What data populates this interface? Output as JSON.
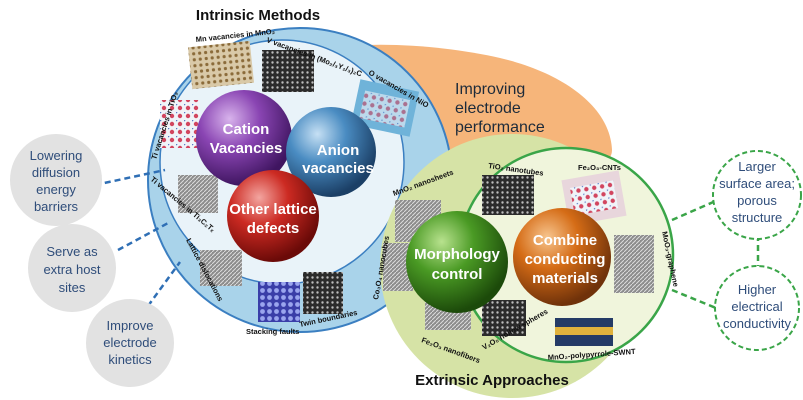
{
  "intrinsic_title": "Intrinsic Methods",
  "extrinsic_title": "Extrinsic Approaches",
  "improving": [
    "Improving",
    "electrode",
    "performance"
  ],
  "spheres": {
    "cation": [
      "Cation",
      "Vacancies"
    ],
    "anion": [
      "Anion",
      "vacancies"
    ],
    "lattice": [
      "Other lattice",
      "defects"
    ],
    "morphology": [
      "Morphology",
      "control"
    ],
    "combine": [
      "Combine",
      "conducting",
      "materials"
    ]
  },
  "intrinsic_labels": {
    "mn_vacancies": "Mn vacancies in MnO₂",
    "v_vacancies": "V vacancies in (Mo₂/₃Y₁/₃)₂C",
    "o_vacancies": "O vacancies in NiO",
    "ti_vacancies_tio2": "Ti vacancies in TiO₂",
    "ti_vacancies_mxene": "Ti vacancies in Ti₃C₂Tₓ",
    "lattice_dislocations": "Lattice dislocations",
    "stacking_faults": "Stacking faults",
    "twin_boundaries": "Twin boundaries"
  },
  "extrinsic_labels": {
    "mno2_nanosheets": "MnO₂ nanosheets",
    "tio2_nanotubes": "TiO₂ nanotubes",
    "fe2o3_cnts": "Fe₂O₃-CNTs",
    "co3o4_nanocubes": "Co₃O₄ nanocubes",
    "fe2o3_nanofibers": "Fe₂O₃ nanofibers",
    "v2o5_hollow": "V₂O₅ hollow spheres",
    "moo3_graphene": "MoO₃-graphene",
    "mno2_polypyrrole": "MnO₂-polypyrrole-SWNT"
  },
  "left_bubbles": [
    [
      "Lowering",
      "diffusion",
      "energy",
      "barriers"
    ],
    [
      "Serve as",
      "extra host",
      "sites"
    ],
    [
      "Improve",
      "electrode",
      "kinetics"
    ]
  ],
  "right_bubbles": [
    [
      "Larger",
      "surface area;",
      "porous",
      "structure"
    ],
    [
      "Higher",
      "electrical",
      "conductivity"
    ]
  ],
  "colors": {
    "blue_region": "#a9d3ea",
    "orange_region": "#f6b57a",
    "green_region": "#d6e3a6",
    "blue_border": "#3b7fc1",
    "green_border": "#3aa548",
    "cation": "#7a3aa0",
    "anion": "#3b7fb7",
    "lattice": "#c21f1f",
    "morphology": "#3f8d1e",
    "combine": "#d26612"
  }
}
